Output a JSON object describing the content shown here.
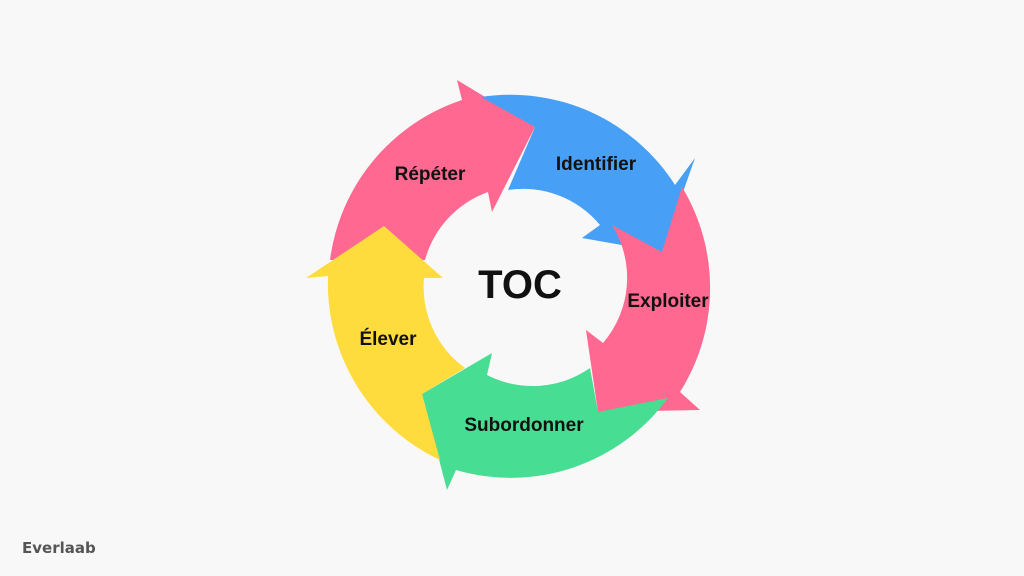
{
  "diagram": {
    "center_label": "TOC",
    "steps": [
      {
        "label": "Identifier",
        "color": "#47a0f5"
      },
      {
        "label": "Exploiter",
        "color": "#ff6890"
      },
      {
        "label": "Subordonner",
        "color": "#47dd92"
      },
      {
        "label": "Élever",
        "color": "#ffdc3e"
      },
      {
        "label": "Répéter",
        "color": "#ff6890"
      }
    ]
  },
  "brand": {
    "name": "Everlaab"
  }
}
